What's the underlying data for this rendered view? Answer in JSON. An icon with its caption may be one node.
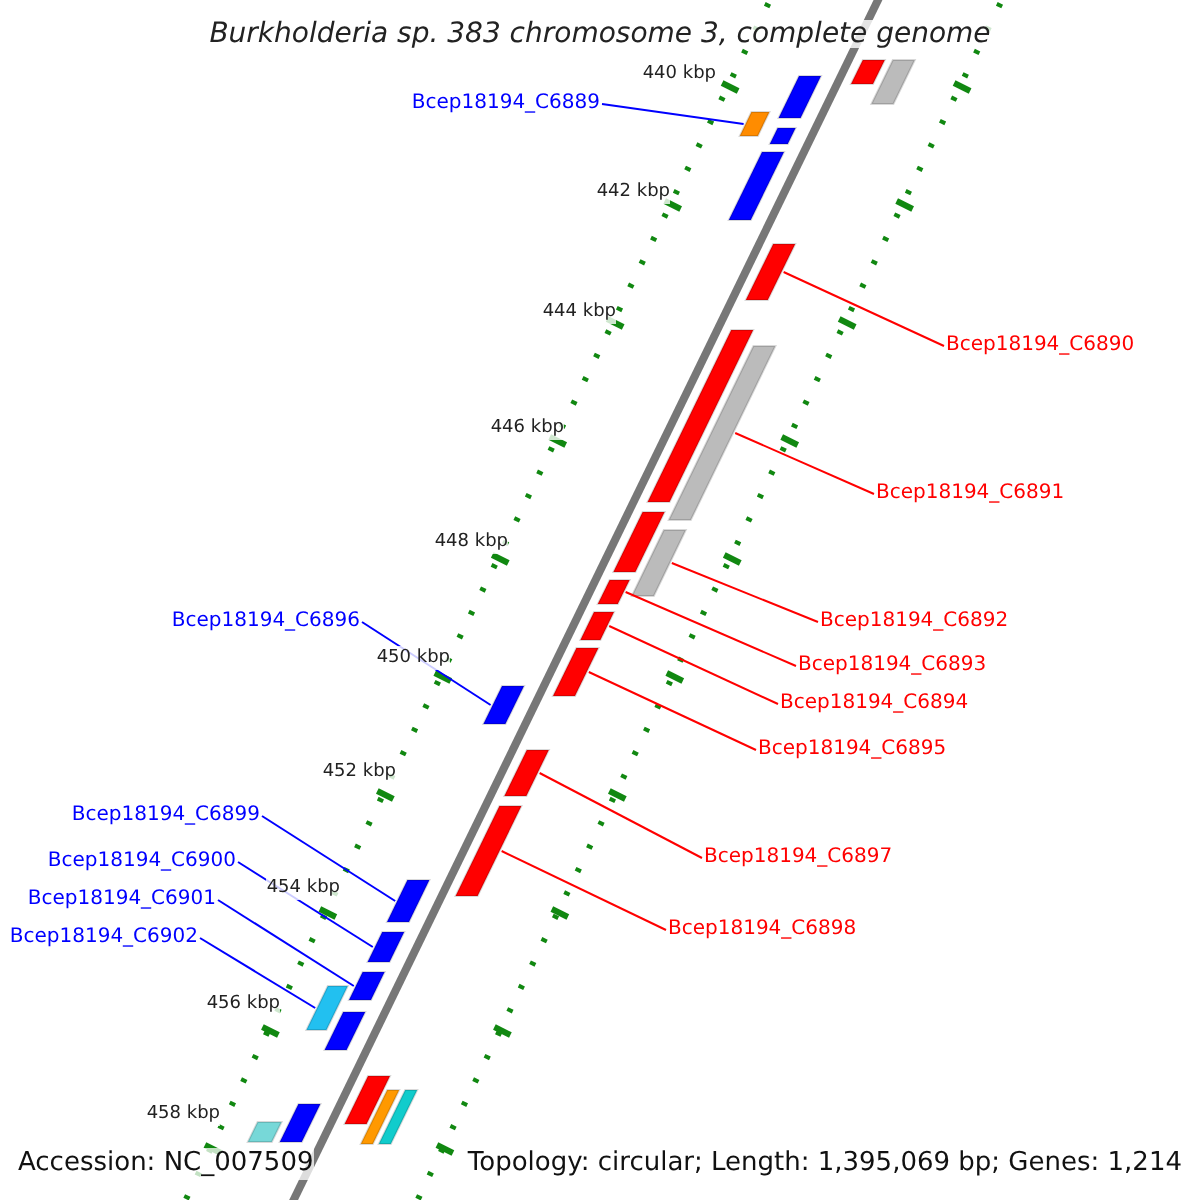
{
  "diagram": {
    "title": "Burkholderia sp. 383 chromosome 3, complete genome",
    "nodes": [
      {
        "text": [
          "Bcep18194_C6889"
        ]
      },
      {
        "text": [
          "Bcep18194_C6890"
        ]
      },
      {
        "text": [
          "Bcep18194_C6891"
        ]
      },
      {
        "text": [
          "Bcep18194_C6892"
        ]
      },
      {
        "text": [
          "Bcep18194_C6896"
        ]
      },
      {
        "text": [
          "Bcep18194_C6893"
        ]
      },
      {
        "text": [
          "Bcep18194_C6894"
        ]
      },
      {
        "text": [
          "Bcep18194_C6895"
        ]
      },
      {
        "text": [
          "Bcep18194_C6899"
        ]
      },
      {
        "text": [
          "Bcep18194_C6897"
        ]
      },
      {
        "text": [
          "Bcep18194_C6900"
        ]
      },
      {
        "text": [
          "Bcep18194_C6901"
        ]
      },
      {
        "text": [
          "Bcep18194_C6898"
        ]
      },
      {
        "text": [
          "Bcep18194_C6902"
        ]
      },
      {
        "text": [],
        "shape": "bar"
      },
      {
        "text": [],
        "shape": "bar"
      },
      {
        "text": [],
        "shape": "bar"
      },
      {
        "text": [],
        "shape": "bar"
      },
      {
        "text": [],
        "shape": "bar"
      },
      {
        "text": [],
        "shape": "bar"
      },
      {
        "text": [],
        "shape": "bar"
      },
      {
        "text": [],
        "shape": "bar"
      },
      {
        "text": [],
        "shape": "bar"
      },
      {
        "text": [],
        "shape": "bar"
      },
      {
        "text": [],
        "shape": "bar"
      },
      {
        "text": [],
        "shape": "bar"
      },
      {
        "text": [],
        "shape": "bar"
      },
      {
        "text": [],
        "shape": "bar"
      },
      {
        "text": [],
        "shape": "bar"
      },
      {
        "text": [],
        "shape": "bar"
      },
      {
        "text": [],
        "shape": "bar"
      },
      {
        "text": [],
        "shape": "bar"
      },
      {
        "text": [],
        "shape": "bar"
      },
      {
        "text": [],
        "shape": "bar"
      },
      {
        "text": [],
        "shape": "bar"
      },
      {
        "text": [],
        "shape": "bar"
      },
      {
        "text": [],
        "shape": "bar"
      },
      {
        "text": [],
        "shape": "bar"
      },
      {
        "text": [],
        "shape": "bar"
      },
      {
        "text": [],
        "shape": "bar"
      },
      {
        "text": [],
        "shape": "bar"
      }
    ],
    "edges": [
      {
        "from": 0,
        "to": 17,
        "arrow": "none",
        "color": "#0000ff"
      },
      {
        "from": 1,
        "to": 20,
        "arrow": "none"
      },
      {
        "from": 2,
        "to": 22,
        "arrow": "none"
      },
      {
        "from": 3,
        "to": 24,
        "arrow": "none"
      },
      {
        "from": 4,
        "to": 28,
        "arrow": "none",
        "color": "#0000ff"
      },
      {
        "from": 5,
        "to": 25,
        "arrow": "none"
      },
      {
        "from": 6,
        "to": 26,
        "arrow": "none"
      },
      {
        "from": 7,
        "to": 27,
        "arrow": "none"
      },
      {
        "from": 8,
        "to": 31,
        "arrow": "none",
        "color": "#0000ff"
      },
      {
        "from": 9,
        "to": 29,
        "arrow": "none"
      },
      {
        "from": 10,
        "to": 32,
        "arrow": "none",
        "color": "#0000ff"
      },
      {
        "from": 11,
        "to": 33,
        "arrow": "none",
        "color": "#0000ff"
      },
      {
        "from": 12,
        "to": 30,
        "arrow": "none"
      },
      {
        "from": 13,
        "to": 34,
        "arrow": "none",
        "color": "#0000ff"
      }
    ],
    "labels": [
      "440 kbp",
      "442 kbp",
      "444 kbp",
      "446 kbp",
      "448 kbp",
      "450 kbp",
      "452 kbp",
      "454 kbp",
      "456 kbp",
      "458 kbp",
      "Accession: NC_007509",
      "Topology: circular; Length: 1,395,069 bp; Genes: 1,214"
    ]
  }
}
